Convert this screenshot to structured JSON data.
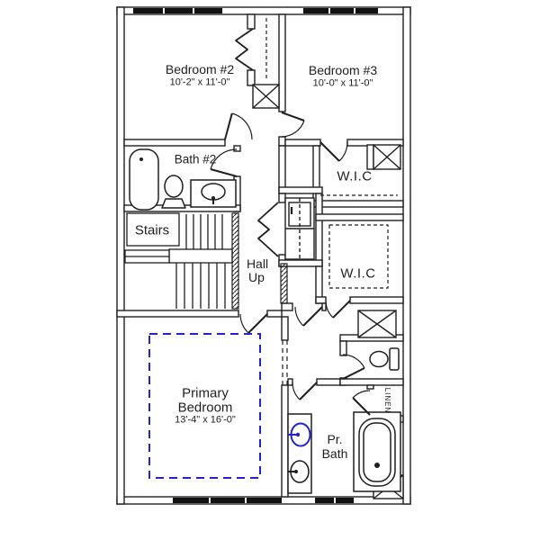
{
  "document": {
    "type": "second-floor plan drawing"
  },
  "rooms": {
    "bedroom2": {
      "name": "Bedroom #2",
      "dimensions": "10'-2\" x 11'-0\""
    },
    "bedroom3": {
      "name": "Bedroom #3",
      "dimensions": "10'-0\" x 11'-0\""
    },
    "bath2": {
      "name": "Bath #2"
    },
    "stairs": {
      "name": "Stairs"
    },
    "hall": {
      "line1": "Hall",
      "line2": "Up"
    },
    "wic_upper": {
      "name": "W.I.C"
    },
    "wic_lower": {
      "name": "W.I.C"
    },
    "primary_bedroom": {
      "line1": "Primary",
      "line2": "Bedroom",
      "dimensions": "13'-4\" x 16'-0\""
    },
    "pr_bath": {
      "line1": "Pr.",
      "line2": "Bath"
    },
    "linen": {
      "name": "LINEN"
    }
  },
  "fixtures": [
    "bathtub",
    "toilet",
    "vanity-sink",
    "stacked-washer-dryer",
    "double-vanity-sinks",
    "garden-tub",
    "water-closet-toilet",
    "stairs-with-landing"
  ],
  "colors": {
    "line": "#1f1f1f",
    "highlight": "#2323cc",
    "background": "#ffffff"
  }
}
